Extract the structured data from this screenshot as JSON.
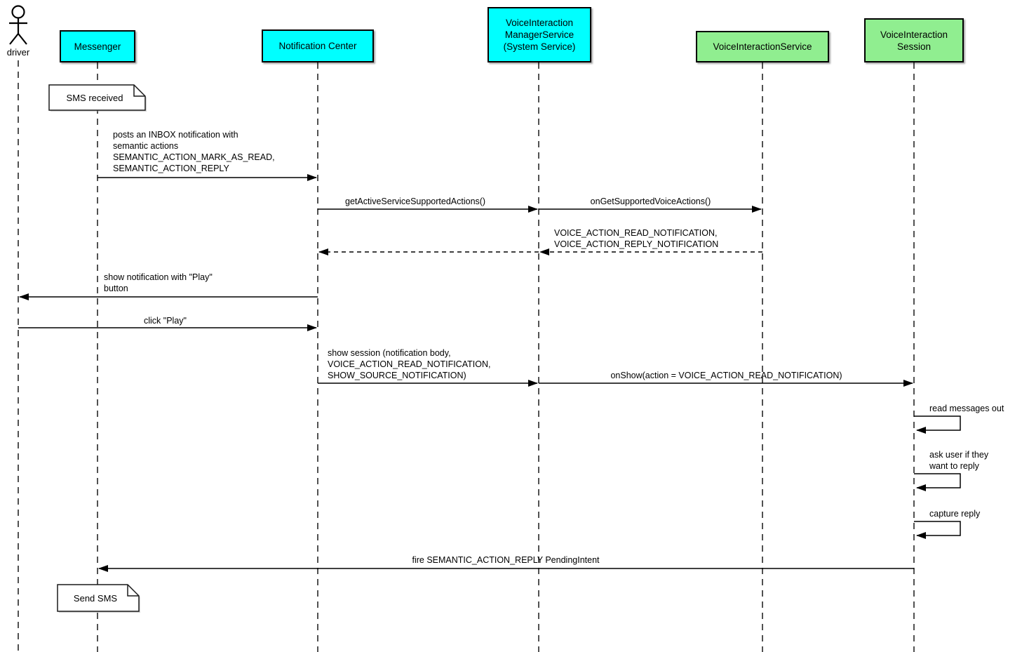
{
  "diagram_type": "uml-sequence-diagram",
  "actor": {
    "label": "driver"
  },
  "participants": [
    {
      "id": "messenger",
      "label": "Messenger",
      "fill": "#00ffff"
    },
    {
      "id": "notification-center",
      "label": "Notification Center",
      "fill": "#00ffff"
    },
    {
      "id": "voice-interaction-manager-service",
      "label": "VoiceInteraction\nManagerService\n(System Service)",
      "fill": "#00ffff"
    },
    {
      "id": "voice-interaction-service",
      "label": "VoiceInteractionService",
      "fill": "#90ee90"
    },
    {
      "id": "voice-interaction-session",
      "label": "VoiceInteraction\nSession",
      "fill": "#90ee90"
    }
  ],
  "notes": [
    {
      "text": "SMS received",
      "anchor": "Messenger"
    },
    {
      "text": "Send SMS",
      "anchor": "Messenger"
    }
  ],
  "messages": [
    {
      "from": "Messenger",
      "to": "Notification Center",
      "type": "solid",
      "label": "posts an INBOX notification with\nsemantic actions\nSEMANTIC_ACTION_MARK_AS_READ,\nSEMANTIC_ACTION_REPLY"
    },
    {
      "from": "Notification Center",
      "to": "VoiceInteraction ManagerService (System Service)",
      "type": "solid",
      "label": "getActiveServiceSupportedActions()"
    },
    {
      "from": "VoiceInteraction ManagerService (System Service)",
      "to": "VoiceInteractionService",
      "type": "solid",
      "label": "onGetSupportedVoiceActions()"
    },
    {
      "from": "VoiceInteractionService",
      "to": "VoiceInteraction ManagerService (System Service)",
      "type": "dashed",
      "label": "VOICE_ACTION_READ_NOTIFICATION,\nVOICE_ACTION_REPLY_NOTIFICATION"
    },
    {
      "from": "VoiceInteraction ManagerService (System Service)",
      "to": "Notification Center",
      "type": "dashed",
      "label": ""
    },
    {
      "from": "Notification Center",
      "to": "driver",
      "type": "solid",
      "label": "show notification with \"Play\"\nbutton"
    },
    {
      "from": "driver",
      "to": "Notification Center",
      "type": "solid",
      "label": "click \"Play\""
    },
    {
      "from": "Notification Center",
      "to": "VoiceInteraction ManagerService (System Service)",
      "type": "solid",
      "label": "show session (notification body,\nVOICE_ACTION_READ_NOTIFICATION,\nSHOW_SOURCE_NOTIFICATION)"
    },
    {
      "from": "VoiceInteraction ManagerService (System Service)",
      "to": "VoiceInteraction Session",
      "type": "solid",
      "label": "onShow(action = VOICE_ACTION_READ_NOTIFICATION)"
    },
    {
      "from": "VoiceInteraction Session",
      "to": "VoiceInteraction Session",
      "type": "self",
      "label": "read messages out"
    },
    {
      "from": "VoiceInteraction Session",
      "to": "VoiceInteraction Session",
      "type": "self",
      "label": "ask user if they\nwant to reply"
    },
    {
      "from": "VoiceInteraction Session",
      "to": "VoiceInteraction Session",
      "type": "self",
      "label": "capture reply"
    },
    {
      "from": "VoiceInteraction Session",
      "to": "Messenger",
      "type": "solid",
      "label": "fire SEMANTIC_ACTION_REPLY PendingIntent"
    }
  ],
  "colors": {
    "participant_cyan": "#00ffff",
    "participant_green": "#90ee90",
    "line": "#000000",
    "note_fill": "#ffffff",
    "background": "#ffffff"
  }
}
